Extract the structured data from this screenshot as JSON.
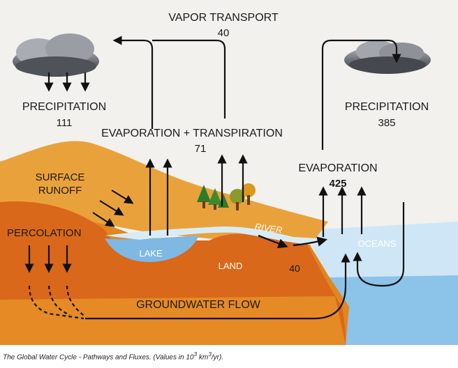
{
  "diagram": {
    "vapor_transport": {
      "label": "VAPOR TRANSPORT",
      "value": "40"
    },
    "precip_land": {
      "label": "PRECIPITATION",
      "value": "111"
    },
    "precip_ocean": {
      "label": "PRECIPITATION",
      "value": "385"
    },
    "evapotranspiration": {
      "label": "EVAPORATION + TRANSPIRATION",
      "value": "71"
    },
    "evap_ocean": {
      "label": "EVAPORATION",
      "value": "425"
    },
    "surface_runoff": {
      "line1": "SURFACE",
      "line2": "RUNOFF"
    },
    "percolation": "PERCOLATION",
    "lake": "LAKE",
    "river": "RIVER",
    "oceans": "OCEANS",
    "land": "LAND",
    "river_flux": "40",
    "groundwater": "GROUNDWATER FLOW"
  },
  "caption": {
    "prefix": "The Global Water Cycle - Pathways and Fluxes. (Values in 10",
    "exp1": "3",
    "mid": " km",
    "exp2": "3",
    "suffix": "/yr)."
  },
  "colors": {
    "background": "#f2f1ee",
    "sky": "#f4f3f1",
    "upland": "#e9a23b",
    "land": "#d9681a",
    "soil_deep": "#e2861f",
    "lake": "#7fb8e3",
    "ocean": "#cfe6f6",
    "ocean_deep": "#8cc3e8",
    "cloud": "#5d6066",
    "arrow": "#111111"
  }
}
